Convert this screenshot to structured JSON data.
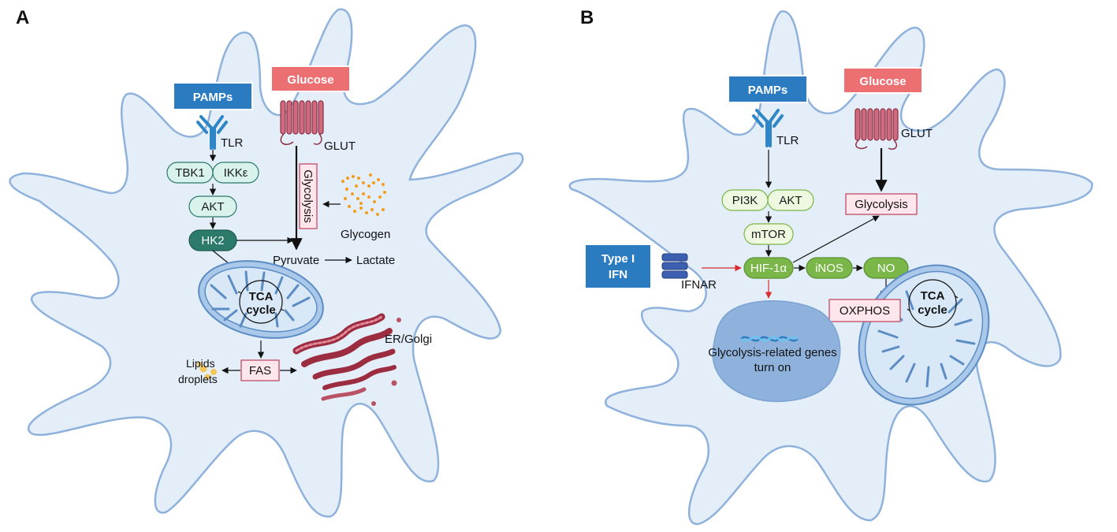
{
  "panel_a": {
    "letter": "A",
    "pamps": "PAMPs",
    "glucose": "Glucose",
    "tlr": "TLR",
    "glut": "GLUT",
    "tbk1": "TBK1",
    "ikke": "IKKε",
    "akt": "AKT",
    "hk2": "HK2",
    "glycolysis": "Glycolysis",
    "glycogen": "Glycogen",
    "pyruvate": "Pyruvate",
    "lactate": "Lactate",
    "tca_line1": "TCA",
    "tca_line2": "cycle",
    "er_golgi": "ER/Golgi",
    "fas": "FAS",
    "lipids_line1": "Lipids",
    "lipids_line2": "droplets"
  },
  "panel_b": {
    "letter": "B",
    "pamps": "PAMPs",
    "glucose": "Glucose",
    "tlr": "TLR",
    "glut": "GLUT",
    "pi3k": "PI3K",
    "akt": "AKT",
    "mtor": "mTOR",
    "glycolysis": "Glycolysis",
    "ifn_line1": "Type I",
    "ifn_line2": "IFN",
    "ifnar": "IFNAR",
    "hif": "HIF-1α",
    "inos": "iNOS",
    "no": "NO",
    "oxphos": "OXPHOS",
    "tca_line1": "TCA",
    "tca_line2": "cycle",
    "genes_line1": "Glycolysis-related genes",
    "genes_line2": "turn on"
  },
  "colors": {
    "cell_fill": "#e4eef8",
    "cell_stroke": "#8fb2dd",
    "banner_blue": "#2b7bc0",
    "banner_red": "#ec6f72",
    "receptor_blue": "#2f86c6",
    "glut_red": "#b84a5e",
    "node_teal_light": "#d9f2ec",
    "node_teal_dark": "#2b7a6a",
    "node_green_light": "#eef7df",
    "node_green_dark": "#7ab648",
    "pink_box": "#fde7ec",
    "pink_stroke": "#c14a64",
    "glycogen_orange": "#f39c1f",
    "red_arrow": "#d62c2c"
  }
}
